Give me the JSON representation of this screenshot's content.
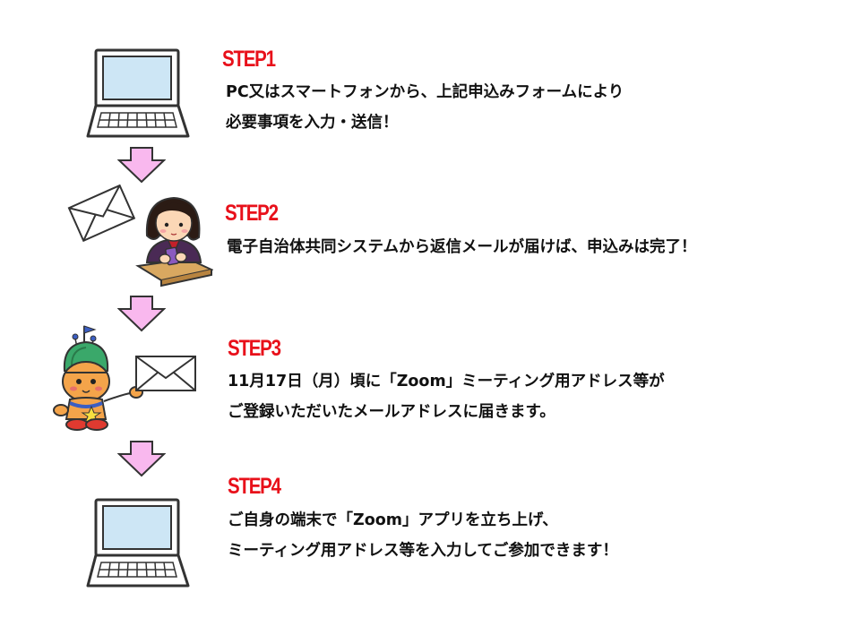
{
  "steps": [
    {
      "title": "STEP1",
      "lines": [
        "PC又はスマートフォンから、上記申込みフォームにより",
        "必要事項を入力・送信！"
      ]
    },
    {
      "title": "STEP2",
      "lines": [
        "電子自治体共同システムから返信メールが届けば、申込みは完了！"
      ]
    },
    {
      "title": "STEP3",
      "lines": [
        "11月17日（月）頃に「Zoom」ミーティング用アドレス等が",
        "ご登録いただいたメールアドレスに届きます。"
      ]
    },
    {
      "title": "STEP4",
      "lines": [
        "ご自身の端末で「Zoom」アプリを立ち上げ、",
        "ミーティング用アドレス等を入力してご参加できます！"
      ]
    }
  ],
  "colors": {
    "title": "#e8101a",
    "arrow_fill": "#f9b8ee",
    "arrow_stroke": "#333333",
    "screen": "#cde6f5"
  },
  "icons": [
    "laptop-icon",
    "arrow-down-icon",
    "envelope-icon",
    "girl-with-phone-icon",
    "mascot-icon"
  ]
}
